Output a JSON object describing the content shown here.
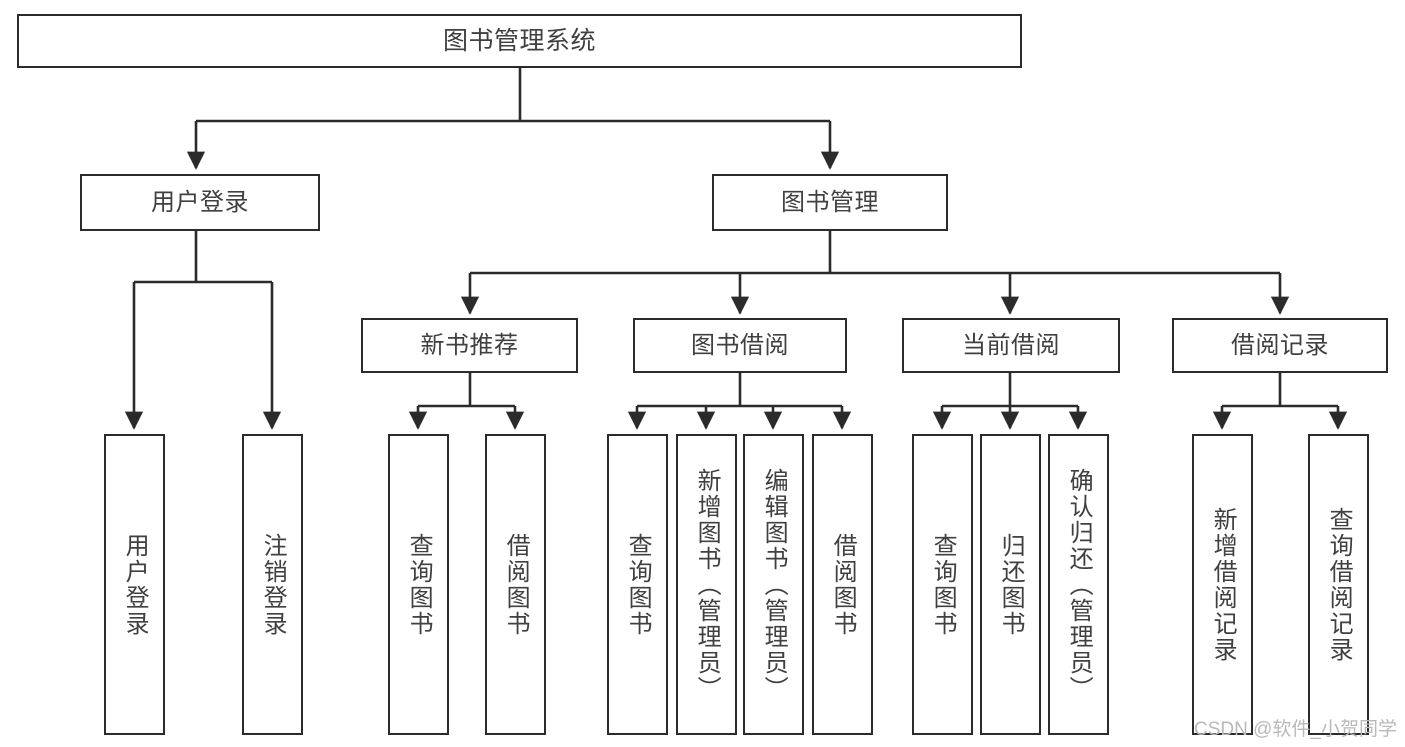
{
  "diagram": {
    "title": "图书管理系统",
    "type": "tree-functional-structure",
    "colors": {
      "box_border": "#2b2b2b",
      "box_fill": "#ffffff",
      "text": "#404040",
      "edge": "#2b2b2b",
      "watermark": "#b9b9b9"
    },
    "root": {
      "id": "root",
      "label": "图书管理系统"
    },
    "level1": [
      {
        "id": "user-login",
        "label": "用户登录"
      },
      {
        "id": "book-manage",
        "label": "图书管理"
      }
    ],
    "level2": [
      {
        "id": "new-book-rec",
        "label": "新书推荐",
        "parent": "book-manage"
      },
      {
        "id": "book-borrow",
        "label": "图书借阅",
        "parent": "book-manage"
      },
      {
        "id": "current-borrow",
        "label": "当前借阅",
        "parent": "book-manage"
      },
      {
        "id": "borrow-record",
        "label": "借阅记录",
        "parent": "book-manage"
      }
    ],
    "leaves": [
      {
        "id": "leaf-user-login",
        "label": "用户登录",
        "parent": "user-login"
      },
      {
        "id": "leaf-user-logout",
        "label": "注销登录",
        "parent": "user-login"
      },
      {
        "id": "leaf-query-book-1",
        "label": "查询图书",
        "parent": "new-book-rec"
      },
      {
        "id": "leaf-borrow-book-1",
        "label": "借阅图书",
        "parent": "new-book-rec"
      },
      {
        "id": "leaf-query-book-2",
        "label": "查询图书",
        "parent": "book-borrow"
      },
      {
        "id": "leaf-add-book",
        "label": "新增图书（管理员）",
        "parent": "book-borrow"
      },
      {
        "id": "leaf-edit-book",
        "label": "编辑图书（管理员）",
        "parent": "book-borrow"
      },
      {
        "id": "leaf-borrow-book-2",
        "label": "借阅图书",
        "parent": "book-borrow"
      },
      {
        "id": "leaf-query-book-3",
        "label": "查询图书",
        "parent": "current-borrow"
      },
      {
        "id": "leaf-return-book",
        "label": "归还图书",
        "parent": "current-borrow"
      },
      {
        "id": "leaf-confirm-return",
        "label": "确认归还（管理员）",
        "parent": "current-borrow"
      },
      {
        "id": "leaf-add-record",
        "label": "新增借阅记录",
        "parent": "borrow-record"
      },
      {
        "id": "leaf-query-record",
        "label": "查询借阅记录",
        "parent": "borrow-record"
      }
    ]
  },
  "watermark": {
    "text": "CSDN @软件_小贺同学"
  }
}
